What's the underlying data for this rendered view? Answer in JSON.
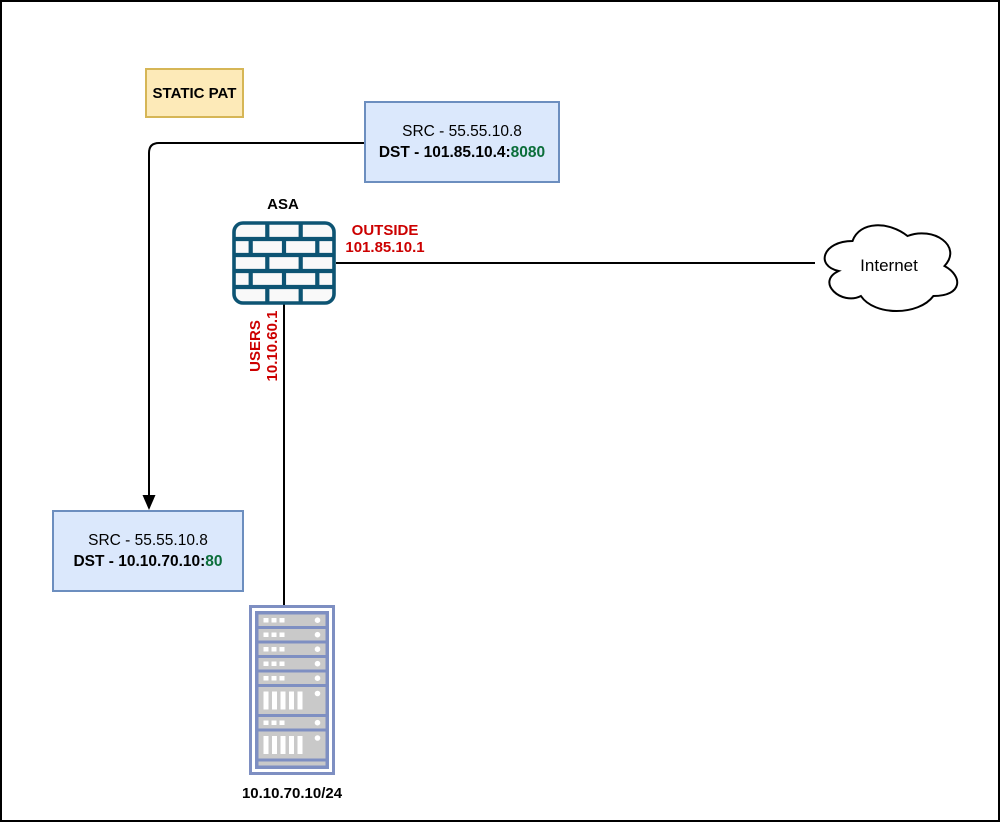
{
  "diagram": {
    "note": {
      "label": "STATIC PAT"
    },
    "outside_nat_box": {
      "src_line": "SRC - 55.55.10.8",
      "dst_label": "DST - 101.85.10.4:",
      "dst_port": "8080"
    },
    "inside_nat_box": {
      "src_line": "SRC - 55.55.10.8",
      "dst_label": "DST - 10.10.70.10:",
      "dst_port": "80"
    },
    "firewall": {
      "label": "ASA"
    },
    "outside_interface": {
      "name": "OUTSIDE",
      "ip": "101.85.10.1"
    },
    "users_interface": {
      "name": "USERS",
      "ip": "10.10.60.1"
    },
    "internet": {
      "label": "Internet"
    },
    "server_rack": {
      "label": "10.10.70.10/24"
    },
    "colors": {
      "nat_box_fill": "#dbe8fc",
      "nat_box_border": "#6c8ebf",
      "note_fill": "#fdeab8",
      "note_border": "#d6b656",
      "firewall_brick": "#0d5473",
      "rack_frame": "#7e8fc2",
      "rack_slot": "#c9c9c9",
      "interface_label_red": "#cc0000",
      "port_green": "#0b6e3a",
      "connector": "#000000"
    }
  }
}
